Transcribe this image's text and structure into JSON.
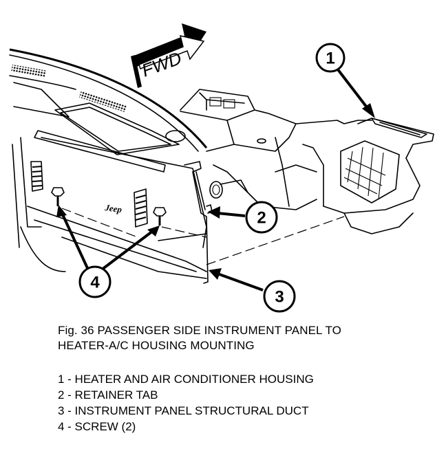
{
  "figure": {
    "direction_label": "FWD",
    "logo_text": "Jeep",
    "callouts": [
      "1",
      "2",
      "3",
      "4"
    ]
  },
  "caption": {
    "line1": "Fig. 36 PASSENGER SIDE INSTRUMENT PANEL TO",
    "line2": "HEATER-A/C HOUSING MOUNTING"
  },
  "legend": {
    "items": [
      "1 - HEATER AND AIR CONDITIONER HOUSING",
      "2 - RETAINER TAB",
      "3 - INSTRUMENT PANEL STRUCTURAL DUCT",
      "4 - SCREW (2)"
    ]
  }
}
